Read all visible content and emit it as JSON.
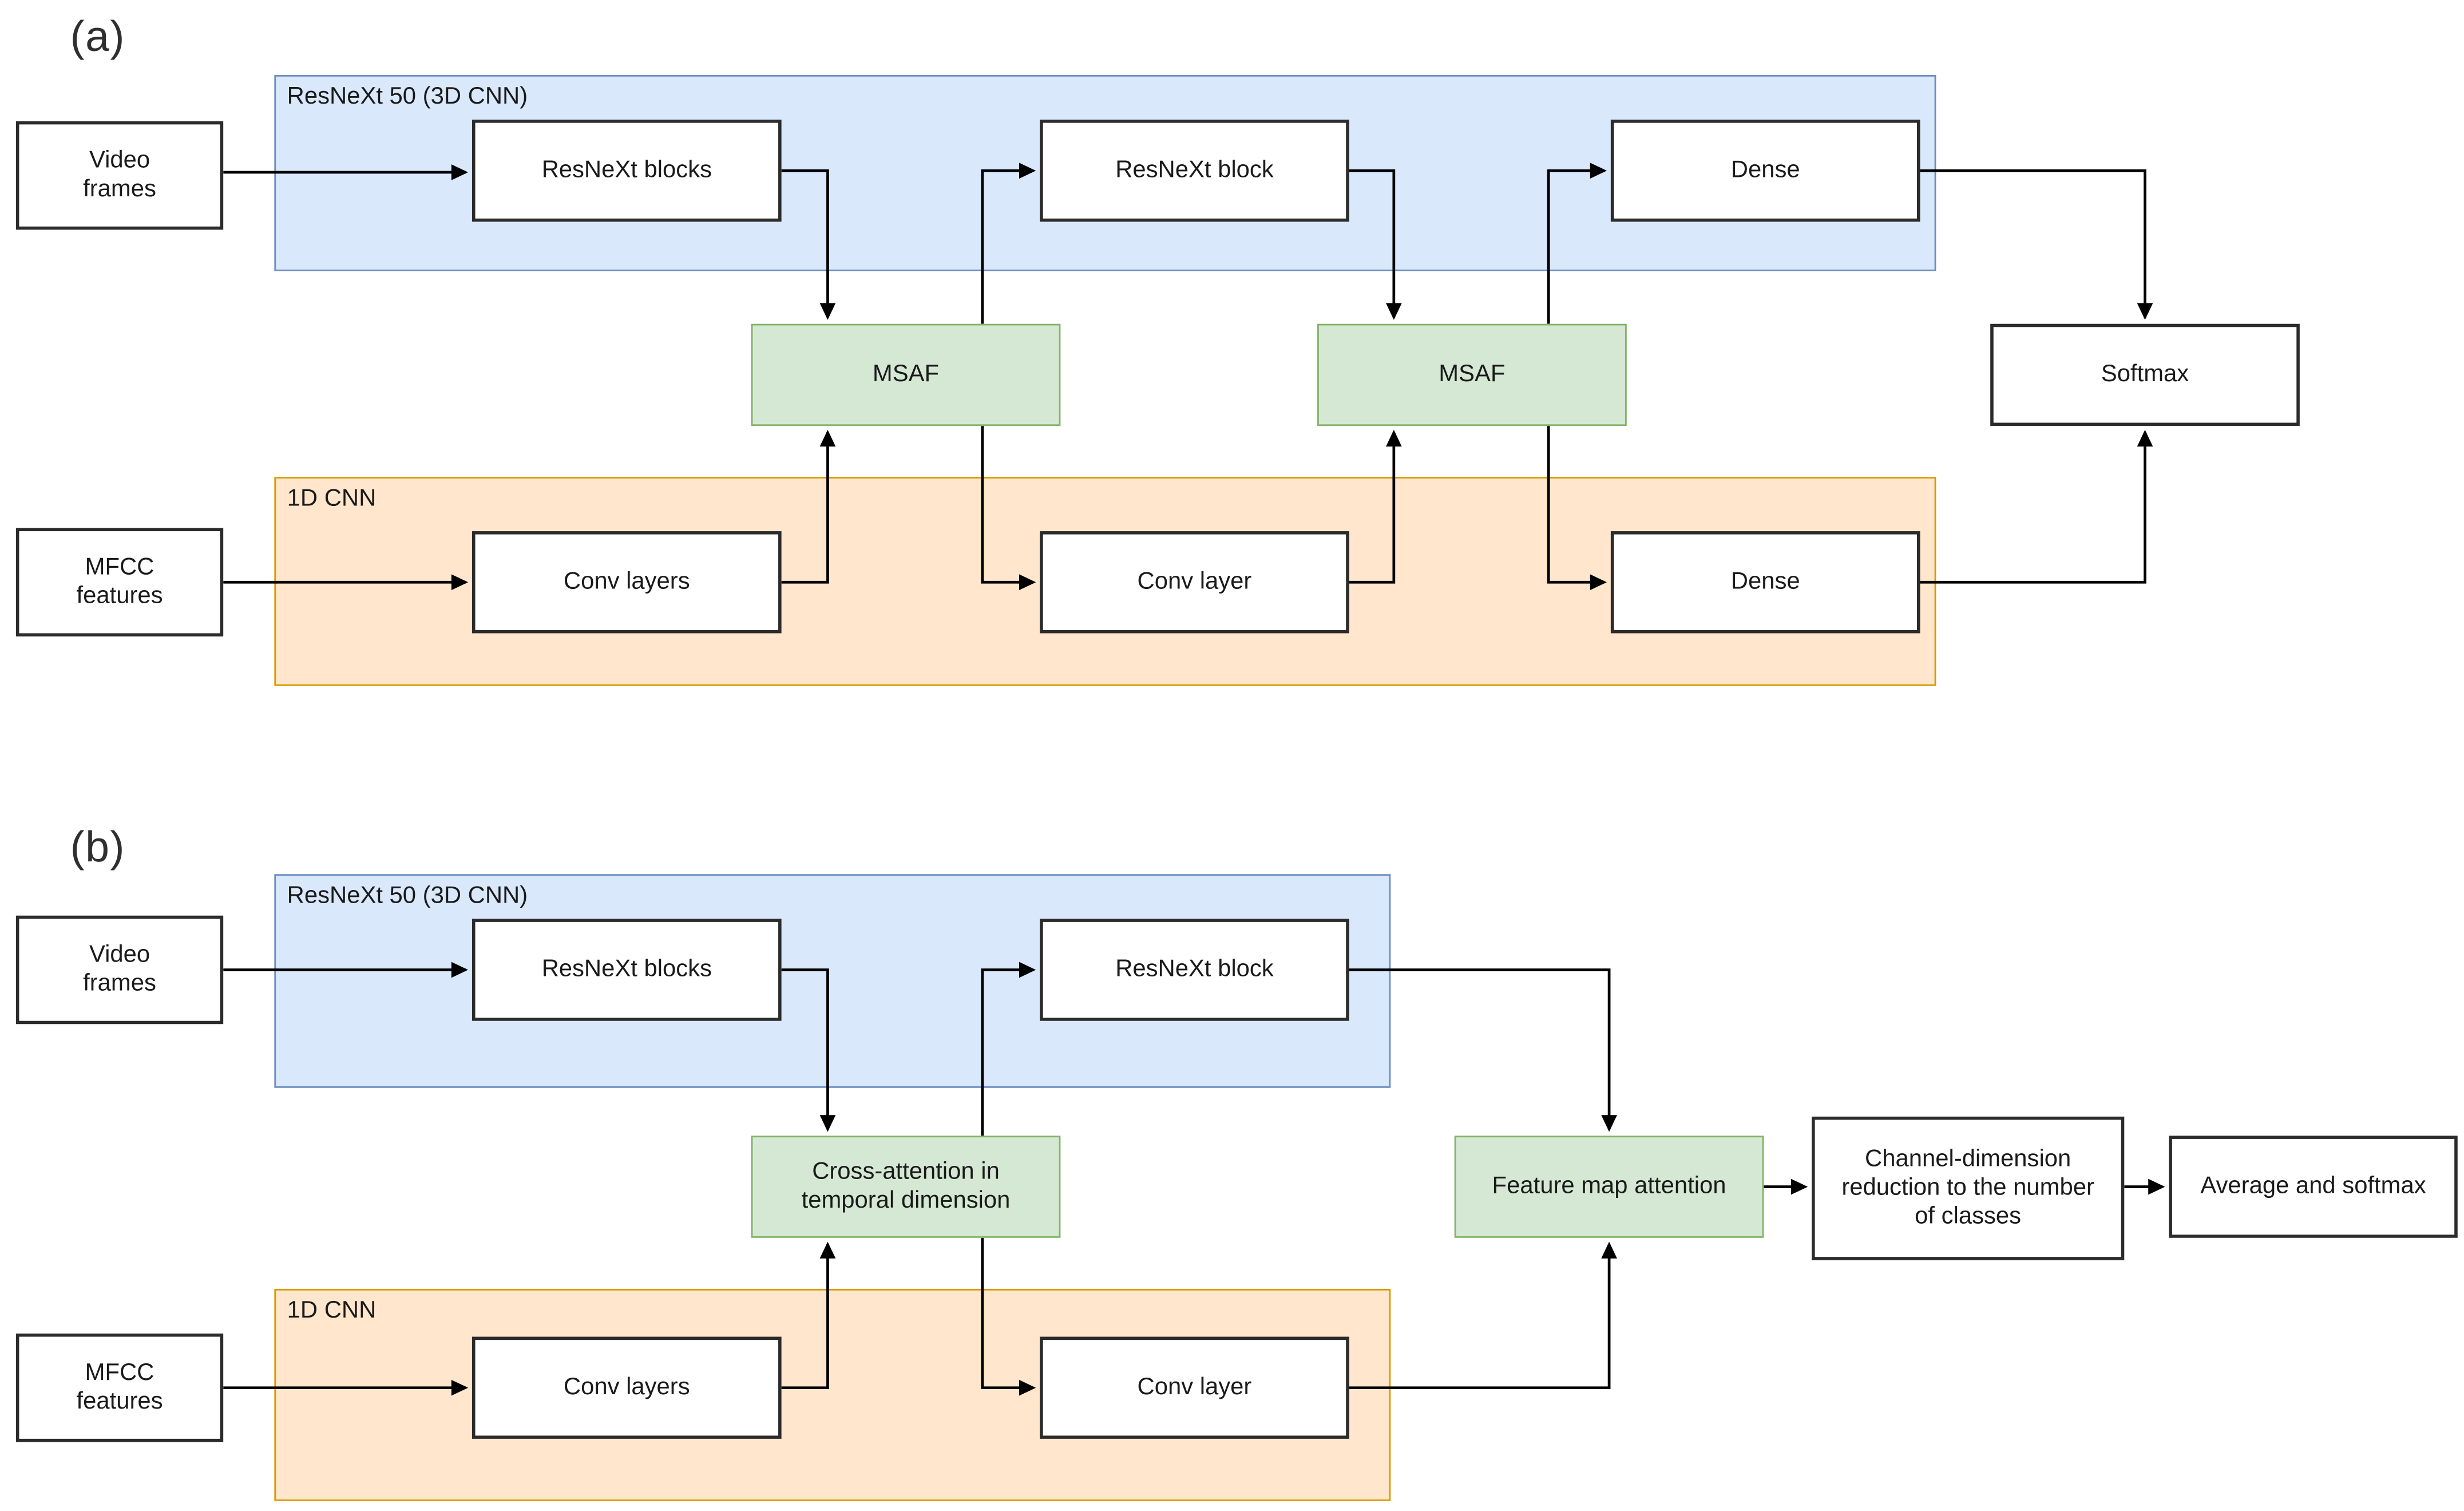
{
  "colors": {
    "blue_fill": "#dae8fc",
    "blue_stroke": "#6c8ebf",
    "green_fill": "#d5e8d4",
    "green_stroke": "#82b366",
    "orange_fill": "#ffe6cc",
    "orange_stroke": "#d79b00",
    "box_stroke": "#2b2b2b",
    "text": "#1a1a1a",
    "connector": "#000000"
  },
  "diagram_a": {
    "section_label": "(a)",
    "video_group_label": "ResNeXt 50 (3D CNN)",
    "audio_group_label": "1D CNN",
    "nodes": {
      "video_frames": "Video frames",
      "resnext_blocks": "ResNeXt blocks",
      "resnext_block": "ResNeXt block",
      "dense_video": "Dense",
      "msaf_1": "MSAF",
      "msaf_2": "MSAF",
      "softmax": "Softmax",
      "mfcc_features": "MFCC features",
      "conv_layers": "Conv layers",
      "conv_layer": "Conv layer",
      "dense_audio": "Dense"
    }
  },
  "diagram_b": {
    "section_label": "(b)",
    "video_group_label": "ResNeXt 50 (3D CNN)",
    "audio_group_label": "1D CNN",
    "nodes": {
      "video_frames": "Video frames",
      "resnext_blocks": "ResNeXt blocks",
      "resnext_block": "ResNeXt block",
      "cross_attention": "Cross-attention in temporal dimension",
      "feature_map_attention": "Feature map attention",
      "channel_reduction": "Channel-dimension reduction to the number of classes",
      "average_softmax": "Average and softmax",
      "mfcc_features": "MFCC features",
      "conv_layers": "Conv layers",
      "conv_layer": "Conv layer"
    }
  }
}
